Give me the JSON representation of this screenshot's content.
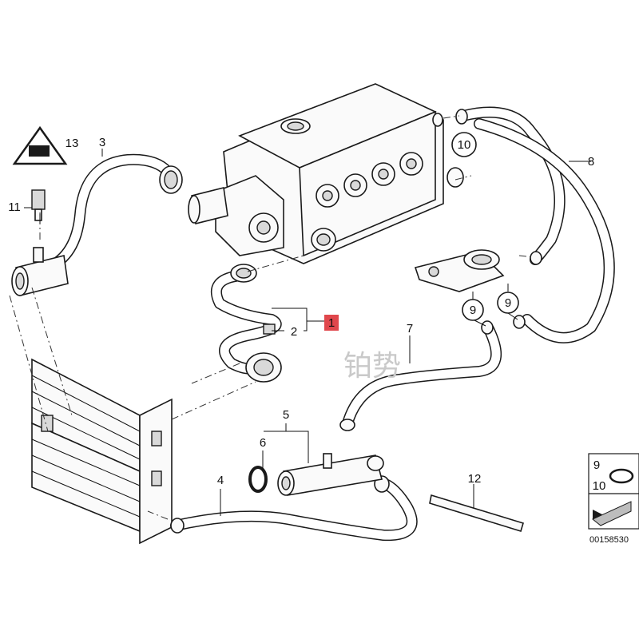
{
  "watermark": "铂势",
  "diagram_id": "00158530",
  "part_numbers": {
    "p1": "1",
    "p2": "2",
    "p3": "3",
    "p4": "4",
    "p5": "5",
    "p6": "6",
    "p7": "7",
    "p8": "8",
    "p9a": "9",
    "p9b": "9",
    "p10": "10",
    "p11": "11",
    "p12": "12",
    "p13": "13"
  },
  "legend": {
    "top": "9",
    "bottom": "10"
  },
  "colors": {
    "highlight_box": "#e0474c",
    "ink": "#1a1a1a",
    "watermark": "#c9c9c9"
  }
}
